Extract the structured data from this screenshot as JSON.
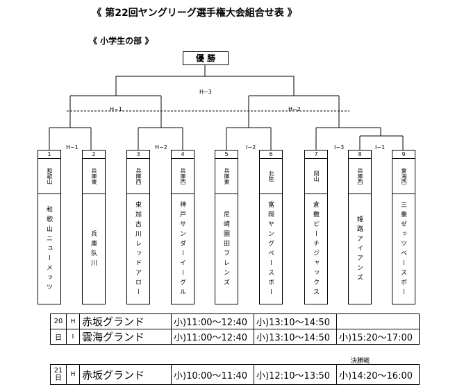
{
  "title": "《 第22回ヤングリーグ選手権大会組合せ表 》",
  "subtitle": "《 小学生の部 》",
  "winner_label": "優 勝",
  "matches": {
    "h1a": "H−1",
    "h1b": "H−1",
    "h2a": "H−2",
    "h2b": "H−2",
    "h3": "H−3",
    "i1": "I−1",
    "i2": "I−2",
    "i3": "I−3"
  },
  "teams": [
    {
      "num": "1",
      "pref": "和歌山",
      "name": "和歌山ニューメッツ"
    },
    {
      "num": "2",
      "pref": "兵庫東",
      "name": "兵庫队川"
    },
    {
      "num": "3",
      "pref": "兵庫西",
      "name": "東加古川レッドアローズ"
    },
    {
      "num": "4",
      "pref": "兵庫西",
      "name": "神戸サンダーイーグルス"
    },
    {
      "num": "5",
      "pref": "兵庫東",
      "name": "尼崎園田フレンズ"
    },
    {
      "num": "6",
      "pref": "北陸",
      "name": "富岡ヤングベースボールクラブ"
    },
    {
      "num": "7",
      "pref": "岡山",
      "name": "倉敷ピーチジャックス"
    },
    {
      "num": "8",
      "pref": "兵庫西",
      "name": "姫路アイアンズ"
    },
    {
      "num": "9",
      "pref": "東海西",
      "name": "三重ゼッツベースボールクラブ"
    }
  ],
  "schedule": {
    "day20": {
      "day": "20",
      "day_suffix": "日",
      "rows": [
        {
          "group": "H",
          "venue": "赤坂グランド",
          "slots": [
            "小)11:00〜12:40",
            "小)13:10〜14:50",
            ""
          ]
        },
        {
          "group": "I",
          "venue": "雲海グランド",
          "slots": [
            "小)11:00〜12:40",
            "小)13:10〜14:50",
            "小)15:20〜17:00"
          ]
        }
      ]
    },
    "day21": {
      "day": "21",
      "day_suffix": "日",
      "rows": [
        {
          "group": "H",
          "venue": "赤坂グランド",
          "slots": [
            "小)10:00〜11:40",
            "小)12:10〜13:50",
            "小)14:20〜16:00"
          ]
        }
      ]
    },
    "final_label": "決勝戦"
  }
}
